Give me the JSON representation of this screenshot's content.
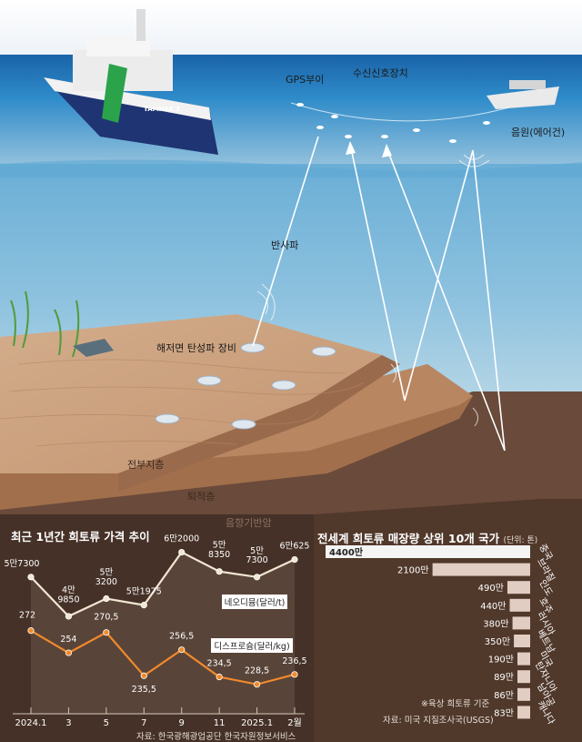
{
  "scene": {
    "ship_name": "TAMHAE 3",
    "labels": {
      "gps_buoy": "GPS부이",
      "receiver": "수신신호장치",
      "sound_source": "음원(에어건)",
      "reflected_wave": "반사파",
      "seafloor_device": "해저면 탄성파 장비",
      "upper_layer": "전부지층",
      "sediment_layer": "퇴적층",
      "acoustic_basement": "음향기반암"
    }
  },
  "chart_data": [
    {
      "type": "line",
      "title": "최근 1년간 희토류 가격 추이",
      "x": [
        "2024.1",
        "3",
        "5",
        "7",
        "9",
        "11",
        "2025.1",
        "2월"
      ],
      "series": [
        {
          "name": "네오디뮴(달러/t)",
          "values": [
            57300,
            49850,
            53200,
            51975,
            62000,
            58350,
            57300,
            60625
          ],
          "labels": [
            "5만7300",
            "4만\n9850",
            "5만\n3200",
            "5만1975",
            "6만2000",
            "5만\n8350",
            "5만\n7300",
            "6만625"
          ],
          "color": "#f2e6d2"
        },
        {
          "name": "디스프로슘(달러/kg)",
          "values": [
            272,
            254,
            270.5,
            235.5,
            256.5,
            234.5,
            228.5,
            236.5
          ],
          "labels": [
            "272",
            "254",
            "270,5",
            "235,5",
            "256,5",
            "234,5",
            "228,5",
            "236,5"
          ],
          "color": "#f08a2c"
        }
      ],
      "source": "자료: 한국광해광업공단 한국자원정보서비스"
    },
    {
      "type": "bar",
      "title": "전세계 희토류 매장량 상위 10개 국가",
      "unit": "(단위: 톤)",
      "categories": [
        "중국",
        "브라질",
        "인도",
        "호주",
        "러시아",
        "베트남",
        "미국",
        "탄자니아",
        "남아공",
        "캐나다"
      ],
      "values": [
        44000000,
        21000000,
        4900000,
        4400000,
        3800000,
        3500000,
        1900000,
        890000,
        860000,
        830000
      ],
      "labels": [
        "4400만",
        "2100만",
        "490만",
        "440만",
        "380만",
        "350만",
        "190만",
        "89만",
        "86만",
        "83만"
      ],
      "note": "※육상 희토류 기준",
      "source": "자료: 미국 지질조사국(USGS)",
      "colors": {
        "first": "#f4f4f4",
        "rest": "#e2cdc3"
      }
    }
  ]
}
